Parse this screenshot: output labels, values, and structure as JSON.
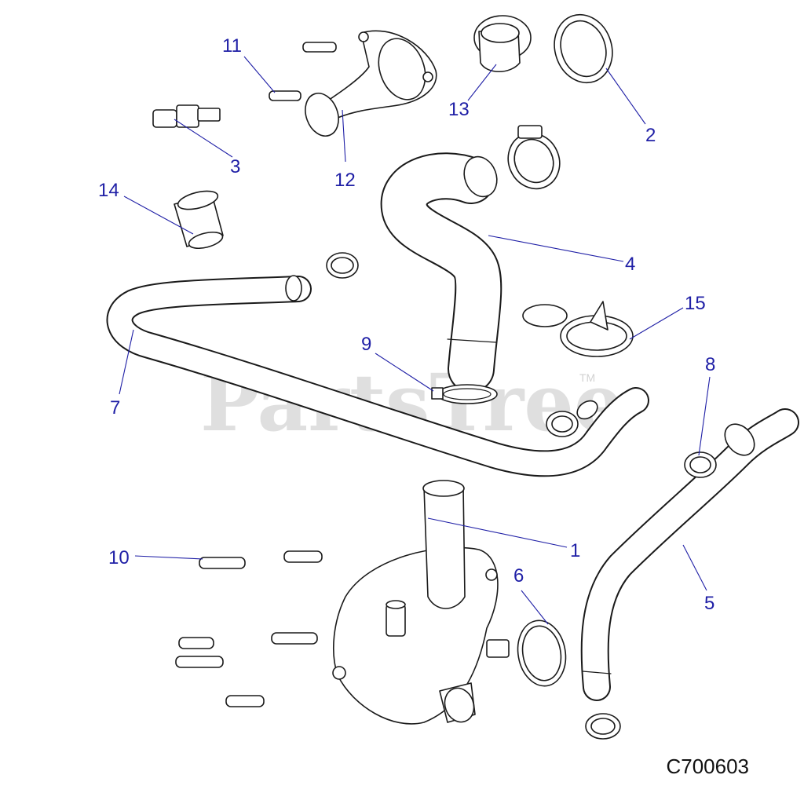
{
  "watermark": {
    "text": "PartsTree",
    "tm": "TM"
  },
  "diagram_code": "C700603",
  "callouts": [
    {
      "id": "1",
      "text": "1"
    },
    {
      "id": "2",
      "text": "2"
    },
    {
      "id": "3",
      "text": "3"
    },
    {
      "id": "4",
      "text": "4"
    },
    {
      "id": "5",
      "text": "5"
    },
    {
      "id": "6",
      "text": "6"
    },
    {
      "id": "7",
      "text": "7"
    },
    {
      "id": "8",
      "text": "8"
    },
    {
      "id": "9",
      "text": "9"
    },
    {
      "id": "10",
      "text": "10"
    },
    {
      "id": "11",
      "text": "11"
    },
    {
      "id": "12",
      "text": "12"
    },
    {
      "id": "13",
      "text": "13"
    },
    {
      "id": "14",
      "text": "14"
    },
    {
      "id": "15",
      "text": "15"
    }
  ],
  "colors": {
    "callout": "#1f1fa6",
    "line_art": "#1a1a1a",
    "background": "#ffffff"
  }
}
